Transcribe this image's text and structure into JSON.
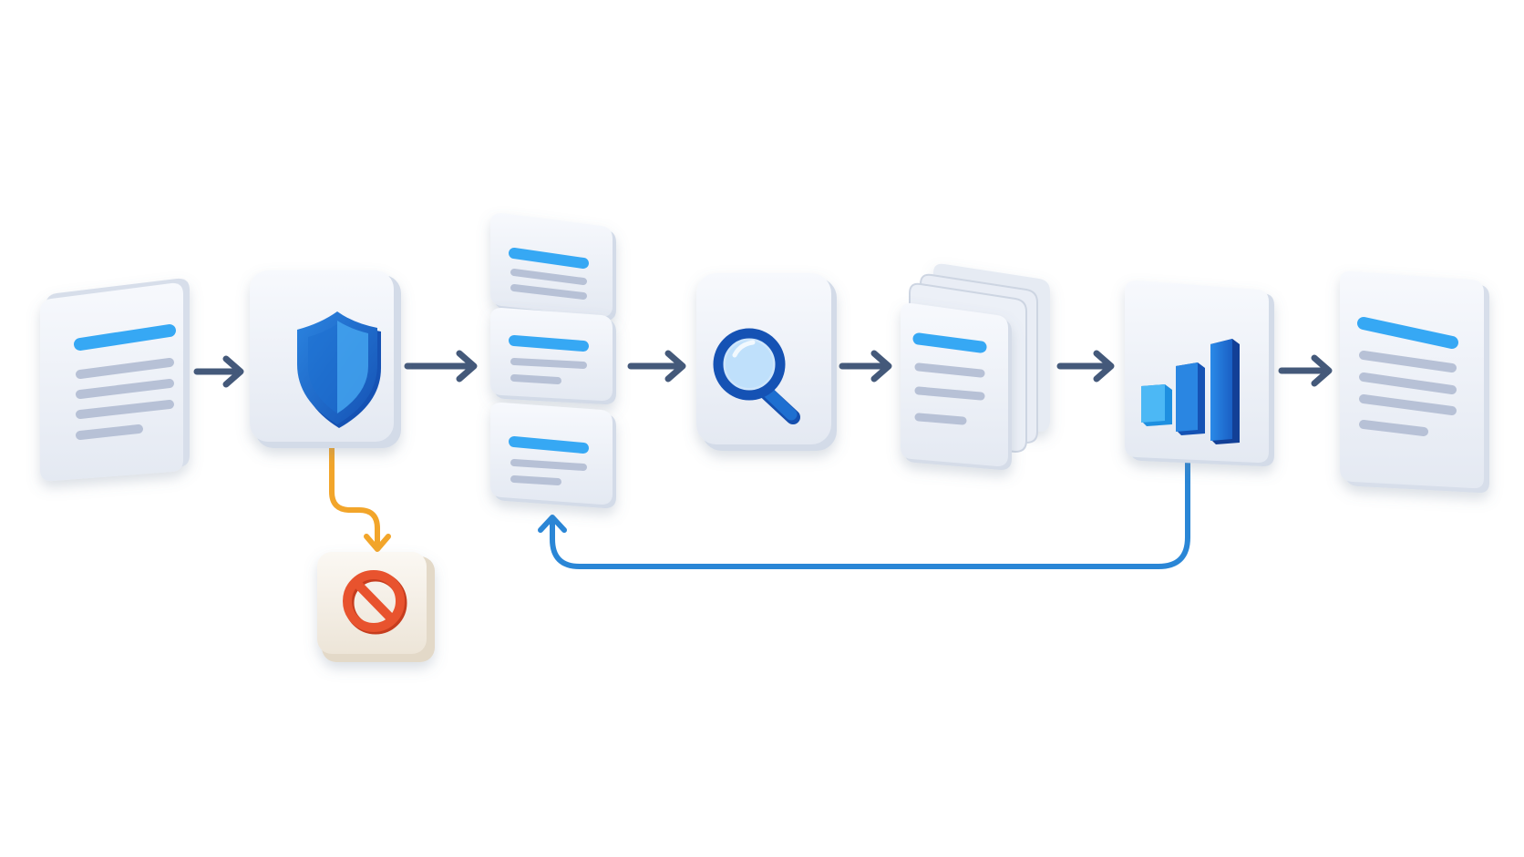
{
  "diagram": {
    "nodes": [
      {
        "id": "input-document",
        "icon": "document-icon"
      },
      {
        "id": "guard-check",
        "icon": "shield-icon"
      },
      {
        "id": "chunk-stack",
        "icon": "chunk-card-icon",
        "count": 3
      },
      {
        "id": "search-step",
        "icon": "magnifier-icon"
      },
      {
        "id": "retrieved-documents",
        "icon": "document-stack-icon"
      },
      {
        "id": "ranking-step",
        "icon": "bar-chart-icon"
      },
      {
        "id": "output-document",
        "icon": "document-icon"
      },
      {
        "id": "rejected",
        "icon": "prohibited-icon"
      }
    ],
    "edges": [
      {
        "from": "input-document",
        "to": "guard-check",
        "kind": "flow"
      },
      {
        "from": "guard-check",
        "to": "chunk-stack",
        "kind": "flow"
      },
      {
        "from": "chunk-stack",
        "to": "search-step",
        "kind": "flow"
      },
      {
        "from": "search-step",
        "to": "retrieved-documents",
        "kind": "flow"
      },
      {
        "from": "retrieved-documents",
        "to": "ranking-step",
        "kind": "flow"
      },
      {
        "from": "ranking-step",
        "to": "output-document",
        "kind": "flow"
      },
      {
        "from": "guard-check",
        "to": "rejected",
        "kind": "reject"
      },
      {
        "from": "ranking-step",
        "to": "chunk-stack",
        "kind": "feedback"
      }
    ]
  },
  "colors": {
    "flow_arrow": "#44597a",
    "reject_arrow": "#f2a52a",
    "feedback_arrow": "#2a86d6",
    "accent_line": "#36a8f4",
    "text_line": "#b7c1d6",
    "shield": "#1e6fd0",
    "shield_light": "#43a3ef",
    "prohibited": "#e8532e",
    "tile_face": "#eef2f9",
    "tile_edge": "#d3dbe8",
    "reject_tile_face": "#f7f3ec"
  }
}
